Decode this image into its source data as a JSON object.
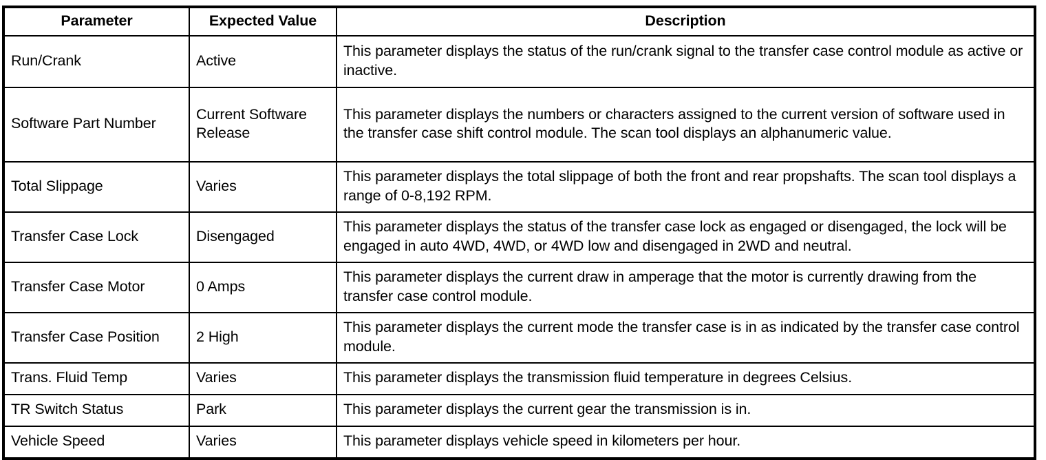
{
  "table": {
    "name": "transfer-case-scan-tool-parameters",
    "columns": [
      {
        "key": "parameter",
        "label": "Parameter"
      },
      {
        "key": "expected",
        "label": "Expected Value"
      },
      {
        "key": "description",
        "label": "Description"
      }
    ],
    "rows": [
      {
        "parameter": "Run/Crank",
        "expected": "Active",
        "description": "This parameter displays the status of the run/crank signal to the transfer case control module as active or inactive."
      },
      {
        "parameter": "Software Part Number",
        "expected": "Current Software Release",
        "description": "This parameter displays the numbers or characters assigned to the current version of software used in the transfer case shift control module. The scan tool displays an alphanumeric value."
      },
      {
        "parameter": "Total Slippage",
        "expected": "Varies",
        "description": "This parameter displays the total slippage of both the front and rear propshafts. The scan tool displays a range of 0-8,192 RPM."
      },
      {
        "parameter": "Transfer Case Lock",
        "expected": "Disengaged",
        "description": "This parameter displays the status of the transfer case lock as engaged or disengaged, the lock will be engaged in auto 4WD, 4WD, or 4WD low and disengaged in 2WD and neutral."
      },
      {
        "parameter": "Transfer Case Motor",
        "expected": "0 Amps",
        "description": "This parameter displays the current draw in amperage that the motor is currently drawing from the transfer case control module."
      },
      {
        "parameter": "Transfer Case Position",
        "expected": "2 High",
        "description": "This parameter displays the current mode the transfer case is in as indicated by the transfer case control module."
      },
      {
        "parameter": "Trans. Fluid Temp",
        "expected": "Varies",
        "description": "This parameter displays the transmission fluid temperature in degrees Celsius."
      },
      {
        "parameter": "TR Switch Status",
        "expected": "Park",
        "description": "This parameter displays the current gear the transmission is in."
      },
      {
        "parameter": "Vehicle Speed",
        "expected": "Varies",
        "description": "This parameter displays vehicle speed in kilometers per hour."
      }
    ]
  },
  "style": {
    "border_color": "#000000",
    "text_color": "#000000",
    "background": "#ffffff"
  }
}
